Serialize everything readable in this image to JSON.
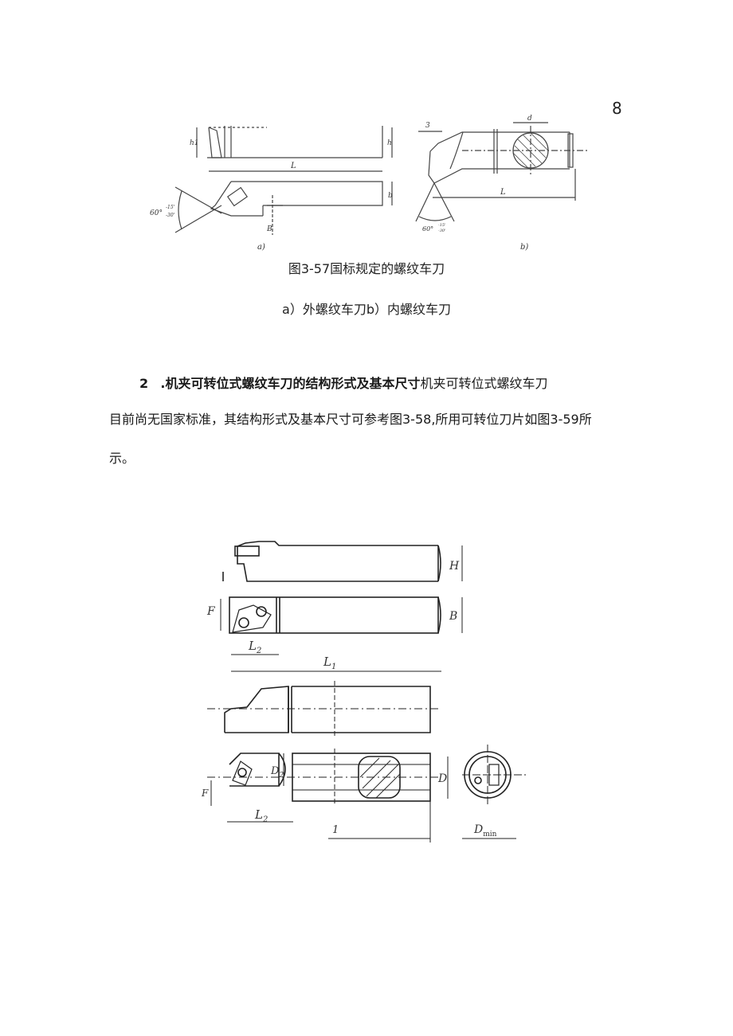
{
  "page": {
    "number": "8"
  },
  "figure_3_57": {
    "caption": "图3-57国标规定的螺纹车刀",
    "subcaption": "a）外螺纹车刀b）内螺纹车刀",
    "part_a": {
      "label": "a)",
      "dims": {
        "h1": "h1",
        "h": "h",
        "L": "L",
        "b": "b",
        "B": "B"
      },
      "angle": {
        "base": "60°",
        "upper": "-15'",
        "lower": "-30'"
      }
    },
    "part_b": {
      "label": "b)",
      "dims": {
        "three": "3",
        "d": "d",
        "L": "L"
      },
      "angle": {
        "base": "60°",
        "upper": "-15'",
        "lower": "-30'"
      }
    }
  },
  "section": {
    "heading_number": "2",
    "heading_bold": ".机夹可转位式螺纹车刀的结构形式及基本尺寸",
    "heading_rest": "机夹可转位式螺纹车刀",
    "body_line1": "目前尚无国家标准，其结构形式及基本尺寸可参考图3-58,所用可转位刀片如图3-59所",
    "body_line2": "示。"
  },
  "figure_3_58": {
    "external_tool": {
      "dims": {
        "H": "H",
        "B": "B",
        "F": "F",
        "L2": "L",
        "L2_sub": "2",
        "L1": "L",
        "L1_sub": "1"
      }
    },
    "internal_tool": {
      "dims": {
        "F": "F",
        "D2": "D",
        "D2_sub": "2",
        "D": "D",
        "L2": "L",
        "L2_sub": "2",
        "l": "1",
        "Dmin": "D",
        "Dmin_sub": "min"
      }
    }
  }
}
